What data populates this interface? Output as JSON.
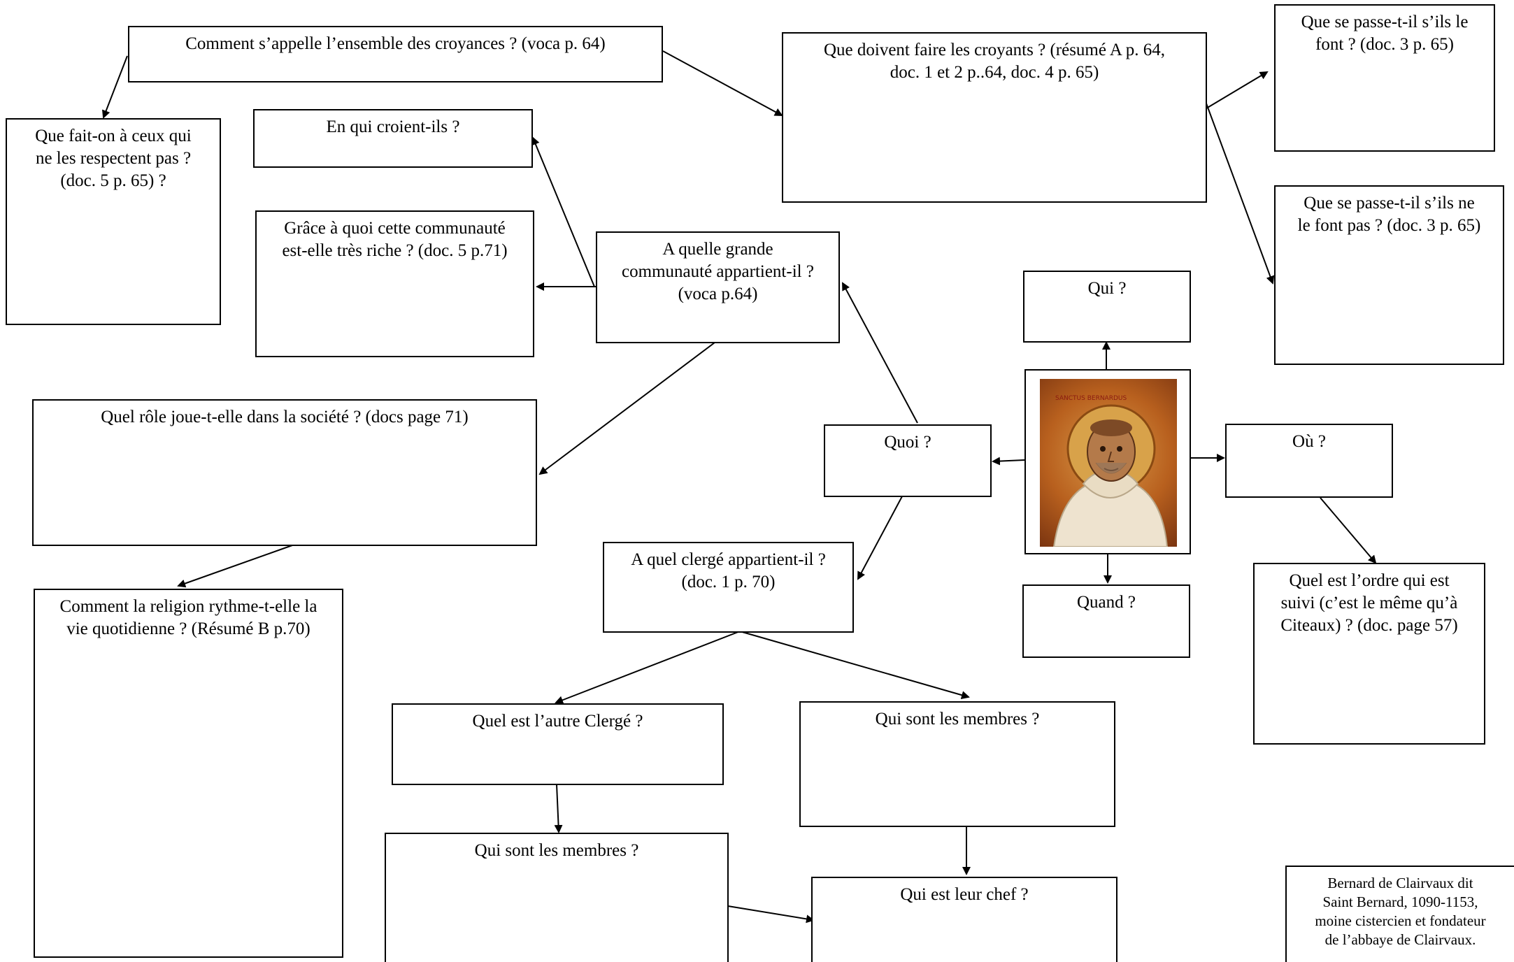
{
  "nodes": {
    "croyances": "Comment s’appelle l’ensemble des croyances ? (voca p. 64)",
    "que_fait_on": "Que fait-on à ceux qui\nne les respectent pas ?\n(doc. 5 p. 65) ?",
    "en_qui": "En qui croient-ils ?",
    "grace_a_quoi": "Grâce à quoi cette communauté\nest-elle très riche ? (doc. 5 p.71)",
    "que_doivent": "Que doivent faire les croyants ? (résumé A p. 64,\ndoc. 1 et 2 p..64, doc. 4 p. 65)",
    "sils_le_font": "Que se passe-t-il s’ils le\nfont ? (doc. 3 p. 65)",
    "sils_ne_le_font": "Que se passe-t-il s’ils ne\nle font pas ? (doc. 3 p. 65)",
    "grande_communaute": "A quelle grande\ncommunauté appartient-il ?\n(voca p.64)",
    "qui": "Qui ?",
    "role": "Quel rôle joue-t-elle dans la société ? (docs page 71)",
    "quoi": "Quoi ?",
    "ou": "Où ?",
    "clerge": "A quel clergé appartient-il ?\n(doc. 1 p. 70)",
    "quand": "Quand ?",
    "ordre": "Quel est l’ordre qui est\nsuivi  (c’est le même qu’à\nCiteaux) ? (doc. page 57)",
    "rythme": "Comment la religion rythme-t-elle la\nvie quotidienne ? (Résumé B p.70)",
    "autre_clerge": "Quel est l’autre Clergé ?",
    "membres_1": "Qui sont les membres ?",
    "membres_2": "Qui sont les membres ?",
    "chef": "Qui est leur chef ?"
  },
  "portrait": {
    "inscription": "SANCTUS BERNARDUS",
    "icon": "saint-icon"
  },
  "caption": "Bernard de Clairvaux dit\nSaint Bernard, 1090-1153,\nmoine cistercien et fondateur\nde l’abbaye de Clairvaux."
}
